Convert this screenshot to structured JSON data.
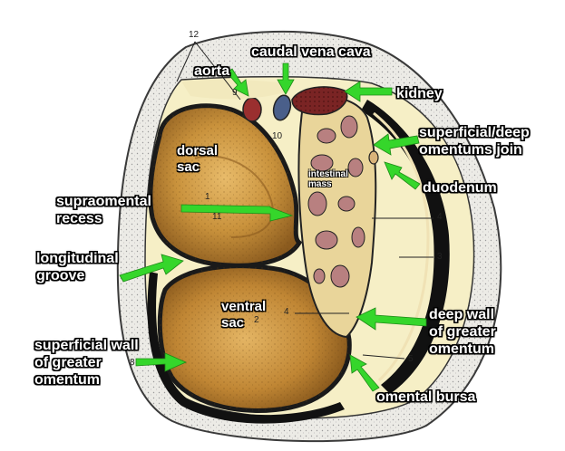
{
  "labels": {
    "caudal_vena_cava": "caudal vena cava",
    "aorta": "aorta",
    "kidney": "kidney",
    "superficial_deep_line1": "superficial/deep",
    "superficial_deep_line2": "omentums join",
    "duodenum": "duodenum",
    "dorsal_sac_line1": "dorsal",
    "dorsal_sac_line2": "sac",
    "supraomental_line1": "supraomental",
    "supraomental_line2": "recess",
    "longitudinal_line1": "longitudinal",
    "longitudinal_line2": "groove",
    "intestinal_line1": "intestinal",
    "intestinal_line2": "mass",
    "ventral_sac_line1": "ventral",
    "ventral_sac_line2": "sac",
    "deep_wall_line1": "deep wall",
    "deep_wall_line2": "of greater",
    "deep_wall_line3": "omentum",
    "superficial_wall_line1": "superficial wall",
    "superficial_wall_line2": "of greater",
    "superficial_wall_line3": "omentum",
    "omental_bursa": "omental bursa"
  },
  "numbers": {
    "n12": "12",
    "n9": "9",
    "n10": "10",
    "n1": "1",
    "n11": "11",
    "n4a": "4",
    "n3": "3",
    "n4b": "4",
    "n2": "2",
    "n8": "8",
    "n5": "5"
  },
  "colors": {
    "arrow": "#35d62b",
    "rumen": "#c9923c",
    "bone_bg": "#f3ecc8",
    "body_wall": "#e9e6dc",
    "kidney": "#7a2424",
    "vena_cava": "#4a5f8a",
    "intestine": "#b88080"
  }
}
